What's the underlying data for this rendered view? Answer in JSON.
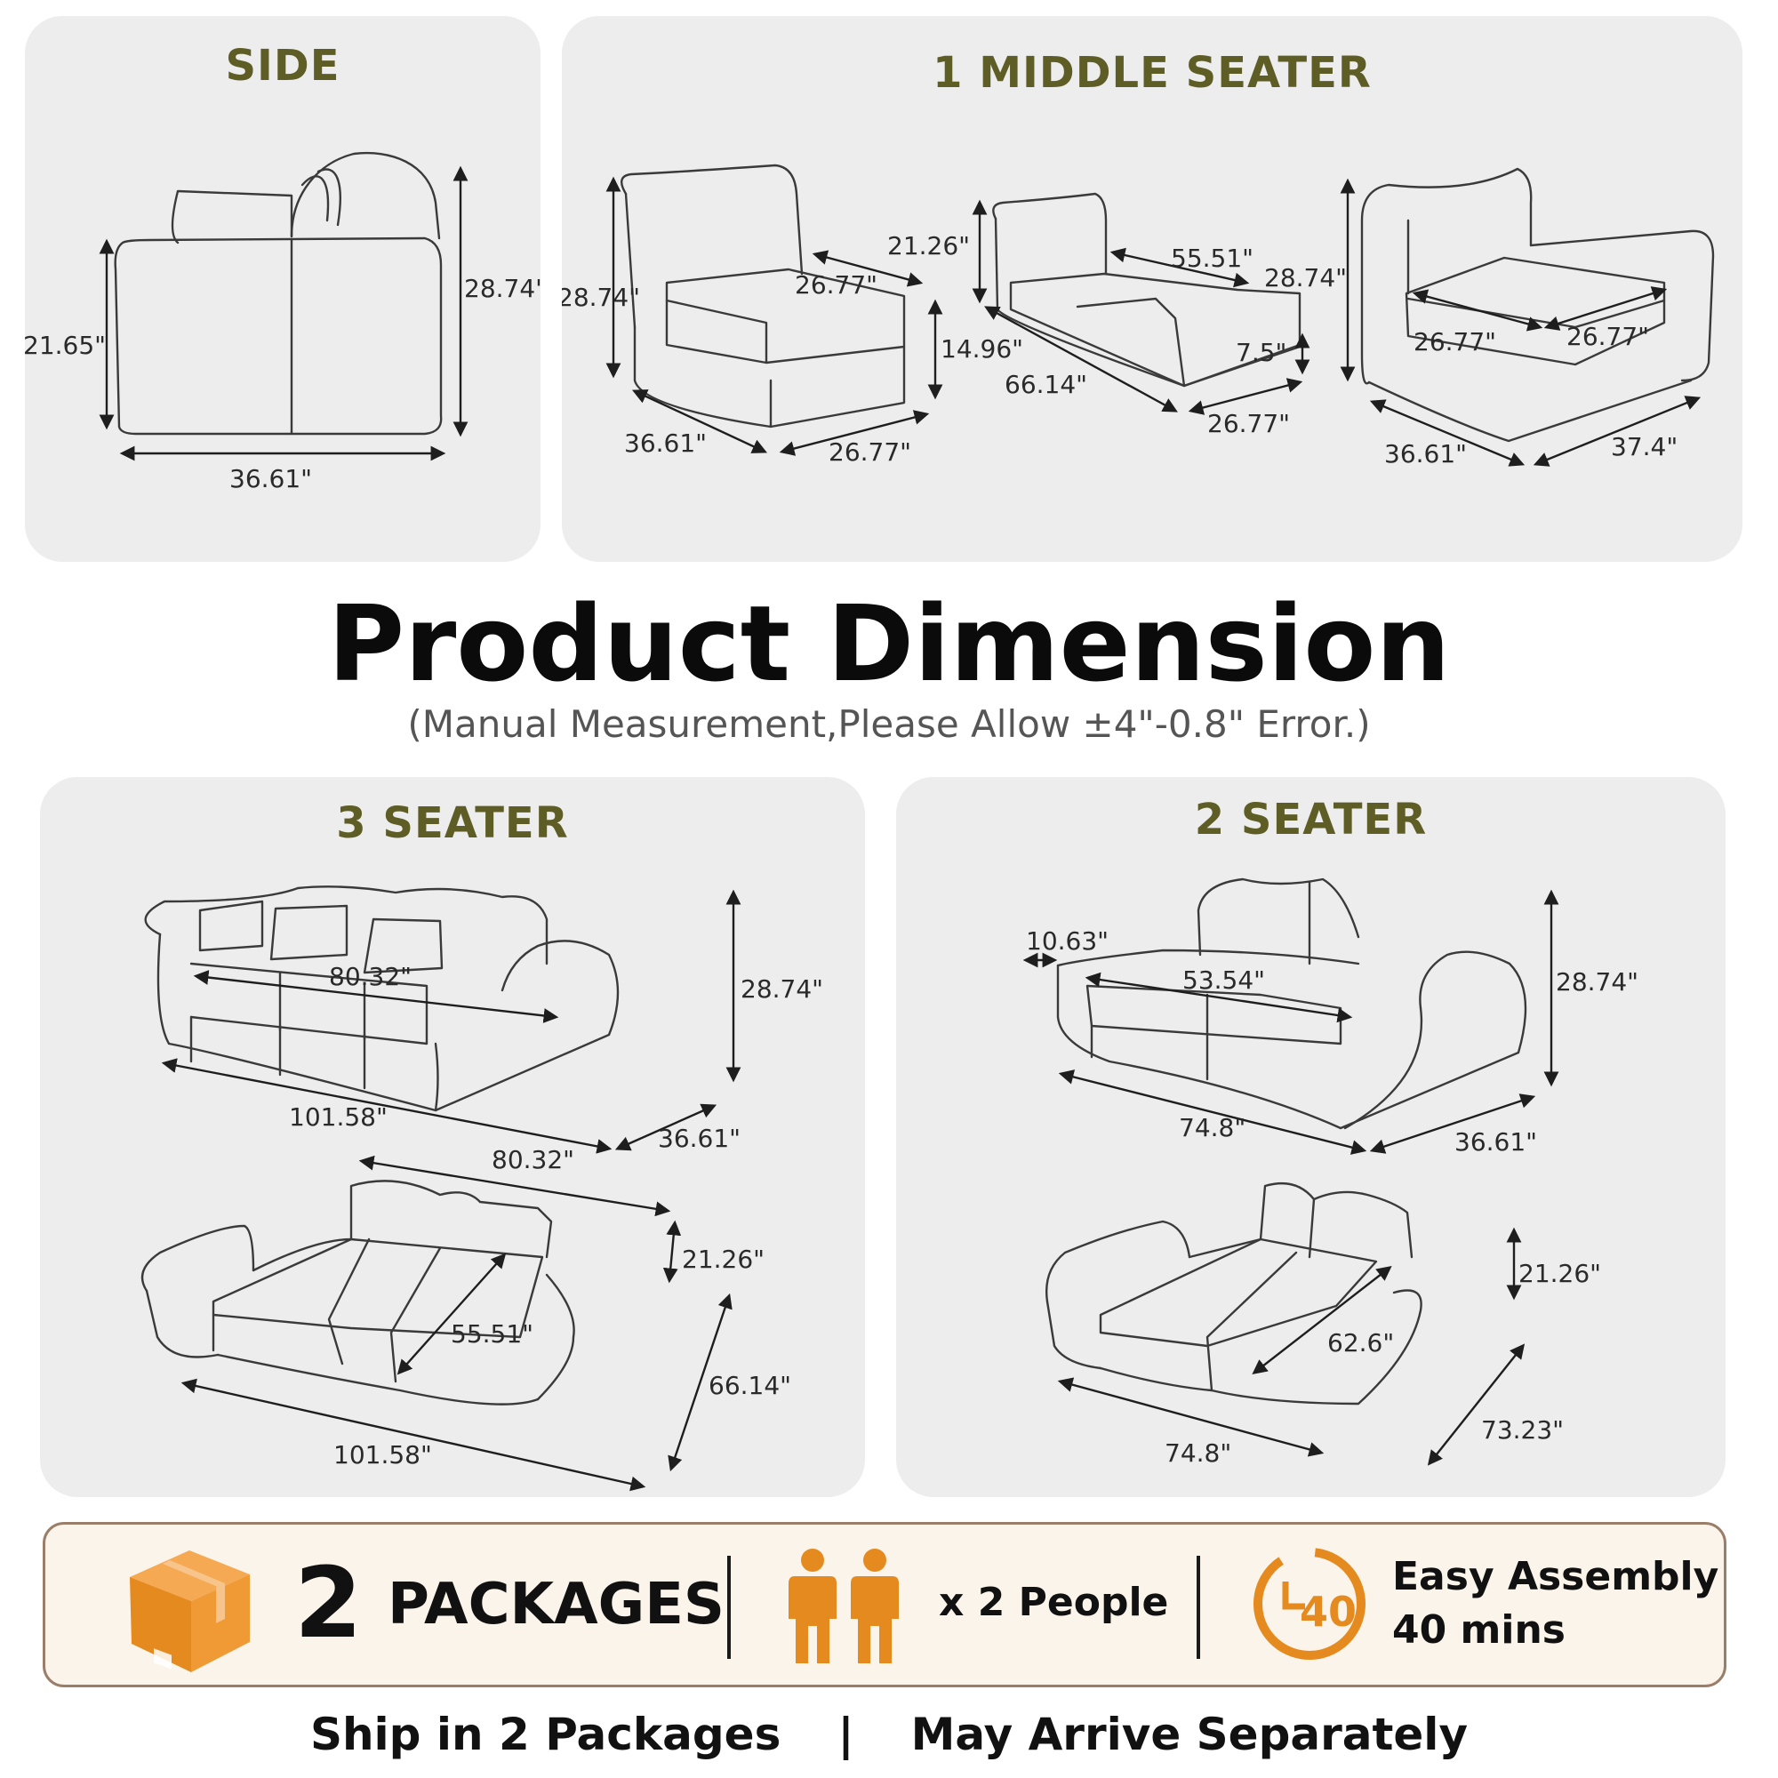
{
  "panels": {
    "side": {
      "title": "SIDE",
      "dims": {
        "height_back": "28.74\"",
        "height_arm": "21.65\"",
        "depth": "36.61\""
      }
    },
    "middle": {
      "title": "1 MIDDLE SEATER",
      "chair": {
        "height": "28.74\"",
        "seat_depth": "26.77\"",
        "seat_height": "14.96\"",
        "depth": "36.61\"",
        "width": "26.77\""
      },
      "bed": {
        "back_height": "21.26\"",
        "length_top": "55.51\"",
        "cushion": "7.5\"",
        "length": "66.14\"",
        "width": "26.77\""
      },
      "corner": {
        "height": "28.74\"",
        "seat_w1": "26.77\"",
        "seat_w2": "26.77\"",
        "depth": "36.61\"",
        "width": "37.4\""
      }
    },
    "three_seater": {
      "title": "3 SEATER",
      "sofa": {
        "seat_width": "80.32\"",
        "height": "28.74\"",
        "width": "101.58\"",
        "depth": "36.61\""
      },
      "bed": {
        "back_width": "80.32\"",
        "back_height": "21.26\"",
        "seat_len": "55.51\"",
        "length": "66.14\"",
        "width": "101.58\""
      }
    },
    "two_seater": {
      "title": "2 SEATER",
      "sofa": {
        "arm": "10.63\"",
        "seat_width": "53.54\"",
        "height": "28.74\"",
        "width": "74.8\"",
        "depth": "36.61\""
      },
      "bed": {
        "back_height": "21.26\"",
        "seat_len": "62.6\"",
        "length": "73.23\"",
        "width": "74.8\""
      }
    }
  },
  "heading": {
    "title": "Product Dimension",
    "subtitle": "(Manual Measurement,Please Allow ±4\"-0.8\" Error.)"
  },
  "info": {
    "packages_number": "2",
    "packages_label": "PACKAGES",
    "people": "x 2 People",
    "assembly_line1": "Easy Assembly",
    "assembly_line2": "40 mins",
    "clock_number": "40"
  },
  "footer": {
    "left": "Ship in 2 Packages",
    "separator": "|",
    "right": "May Arrive Separately"
  },
  "colors": {
    "panel_bg": "#ededed",
    "title_olive": "#5f5d26",
    "accent_orange": "#e58a1f",
    "bar_bg": "#fbf4ea"
  }
}
